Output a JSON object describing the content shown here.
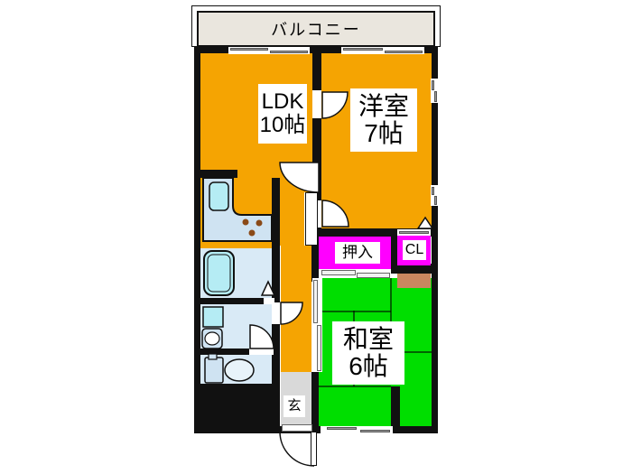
{
  "balcony": {
    "label": "バルコニー"
  },
  "rooms": {
    "ldk": {
      "name": "LDK",
      "size": "10帖"
    },
    "western": {
      "name": "洋室",
      "size": "7帖"
    },
    "japanese": {
      "name": "和室",
      "size": "6帖"
    },
    "oshiire": {
      "label": "押入"
    },
    "closet": {
      "label": "CL"
    },
    "entrance": {
      "label": "玄"
    }
  },
  "colors": {
    "wall": "#111111",
    "orange": "#F5A402",
    "green": "#00DE00",
    "magenta": "#FF00FF",
    "balcony": "#EAE6DE",
    "genkan_grey": "#D9D9D9",
    "floor_blue": "#D9EAF6",
    "fixture_cyan": "#B5ECF4",
    "counter_blue": "#CFE3F2",
    "shelf": "#C9875F"
  }
}
